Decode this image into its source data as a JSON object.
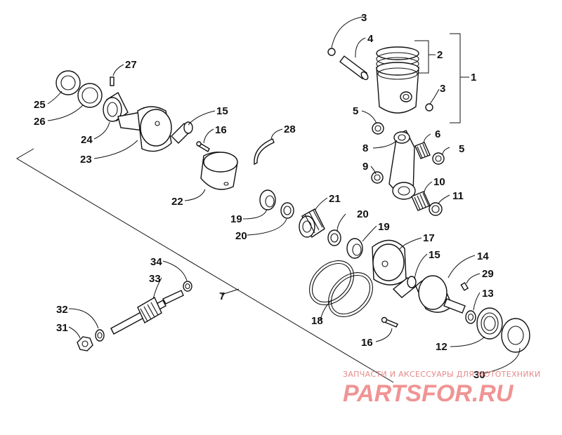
{
  "labels": [
    {
      "id": "1",
      "text": "1"
    },
    {
      "id": "2",
      "text": "2"
    },
    {
      "id": "3a",
      "text": "3"
    },
    {
      "id": "3b",
      "text": "3"
    },
    {
      "id": "4",
      "text": "4"
    },
    {
      "id": "5a",
      "text": "5"
    },
    {
      "id": "5b",
      "text": "5"
    },
    {
      "id": "6",
      "text": "6"
    },
    {
      "id": "7",
      "text": "7"
    },
    {
      "id": "8",
      "text": "8"
    },
    {
      "id": "9",
      "text": "9"
    },
    {
      "id": "10",
      "text": "10"
    },
    {
      "id": "11",
      "text": "11"
    },
    {
      "id": "12",
      "text": "12"
    },
    {
      "id": "13",
      "text": "13"
    },
    {
      "id": "14",
      "text": "14"
    },
    {
      "id": "15a",
      "text": "15"
    },
    {
      "id": "15b",
      "text": "15"
    },
    {
      "id": "16a",
      "text": "16"
    },
    {
      "id": "16b",
      "text": "16"
    },
    {
      "id": "17",
      "text": "17"
    },
    {
      "id": "18",
      "text": "18"
    },
    {
      "id": "19a",
      "text": "19"
    },
    {
      "id": "19b",
      "text": "19"
    },
    {
      "id": "20a",
      "text": "20"
    },
    {
      "id": "20b",
      "text": "20"
    },
    {
      "id": "21",
      "text": "21"
    },
    {
      "id": "22",
      "text": "22"
    },
    {
      "id": "23",
      "text": "23"
    },
    {
      "id": "24",
      "text": "24"
    },
    {
      "id": "25",
      "text": "25"
    },
    {
      "id": "26",
      "text": "26"
    },
    {
      "id": "27",
      "text": "27"
    },
    {
      "id": "28",
      "text": "28"
    },
    {
      "id": "29",
      "text": "29"
    },
    {
      "id": "30",
      "text": "30"
    },
    {
      "id": "31",
      "text": "31"
    },
    {
      "id": "32",
      "text": "32"
    },
    {
      "id": "33",
      "text": "33"
    },
    {
      "id": "34",
      "text": "34"
    }
  ],
  "watermark": {
    "tagline": "ЗАПЧАСТИ И АКСЕССУАРЫ ДЛЯ МОТОТЕХНИКИ",
    "brand": "PARTSFOR.RU"
  },
  "colors": {
    "line": "#111111",
    "watermark_red": "#e43d3d",
    "background": "#ffffff"
  }
}
